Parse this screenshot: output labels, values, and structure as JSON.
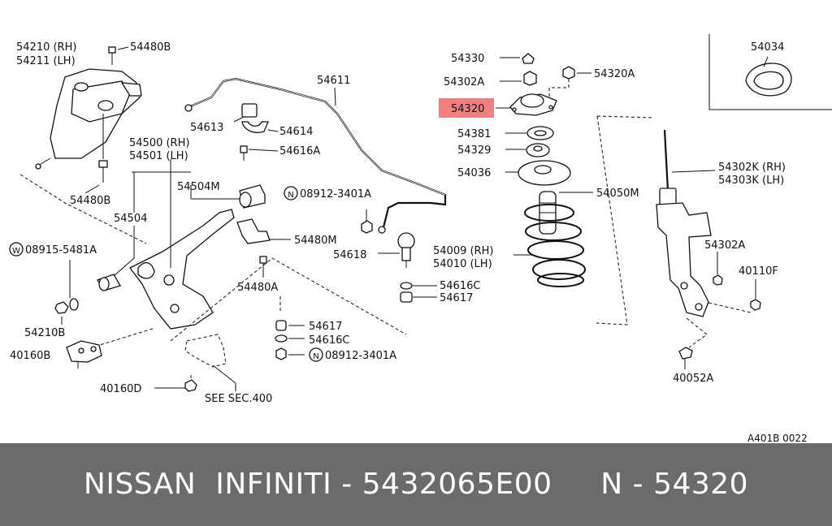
{
  "labels": {
    "l54210": "54210 (RH)",
    "l54211": "54211 (LH)",
    "l54480b_top": "54480B",
    "l54480b_bot": "54480B",
    "l54611": "54611",
    "l54613": "54613",
    "l54614": "54614",
    "l54616a": "54616A",
    "l54500": "54500 (RH)",
    "l54501": "54501 (LH)",
    "l54504m": "54504M",
    "l54504": "54504",
    "l08912_a": "08912-3401A",
    "l08915": "08915-5481A",
    "l54480m": "54480M",
    "l54618": "54618",
    "l54480a": "54480A",
    "l54616c_a": "54616C",
    "l54617_a": "54617",
    "l54210b": "54210B",
    "l54617_b": "54617",
    "l54616c_b": "54616C",
    "l08912_b": "08912-3401A",
    "l40160b": "40160B",
    "l40160d": "40160D",
    "l_seesec": "SEE SEC.400",
    "l54330": "54330",
    "l54302a_top": "54302A",
    "l54320a": "54320A",
    "l54320": "54320",
    "l54381": "54381",
    "l54329": "54329",
    "l54036": "54036",
    "l54050m": "54050M",
    "l54009": "54009 (RH)",
    "l54010": "54010 (LH)",
    "l54034": "54034",
    "l54302k": "54302K (RH)",
    "l54303k": "54303K (LH)",
    "l54302a_right": "54302A",
    "l40110f": "40110F",
    "l40052a": "40052A",
    "l_code": "A401B 0022",
    "n_mark": "N",
    "w_mark": "W"
  },
  "highlight_color": "#f08080",
  "footer": {
    "text": "NISSAN  INFINITI - 5432065E00     N - 54320",
    "bar_color": "#6b6b6b"
  }
}
